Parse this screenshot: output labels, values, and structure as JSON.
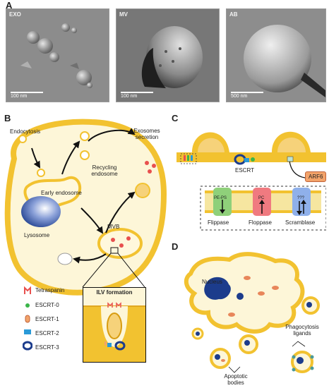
{
  "panel_a": {
    "letter": "A",
    "images": [
      {
        "tag": "EXO",
        "scale": "100 nm"
      },
      {
        "tag": "MV",
        "scale": "100 nm"
      },
      {
        "tag": "AB",
        "scale": "500 nm"
      }
    ]
  },
  "panel_b": {
    "letter": "B",
    "endocytosis": "Endocytosis",
    "recycling_endosome": "Recycling endosome",
    "exosomes_secretion": "Exosomes secretion",
    "early_endosome": "Early endosome",
    "lysosome": "Lysosome",
    "mvb": "MVB",
    "ilv_formation": "ILV formation",
    "legend": [
      {
        "label": "Tetraspanin",
        "icon": "tetraspanin-icon"
      },
      {
        "label": "ESCRT-0",
        "icon": "escrt-0-icon"
      },
      {
        "label": "ESCRT-1",
        "icon": "escrt-1-icon"
      },
      {
        "label": "ESCRT-2",
        "icon": "escrt-2-icon"
      },
      {
        "label": "ESCRT-3",
        "icon": "escrt-3-icon"
      }
    ]
  },
  "panel_c": {
    "letter": "C",
    "escrt": "ESCRT",
    "arf6": "ARF6",
    "flippase_inner": "PE-PS",
    "floppase_inner": "PC",
    "scramblase_inner": "???",
    "flippase": "Flippase",
    "floppase": "Floppase",
    "scramblase": "Scramblase"
  },
  "panel_d": {
    "letter": "D",
    "nucleus": "Nucleus",
    "phagocytosis_ligands": "Phagocytosis ligands",
    "apoptotic_bodies": "Apoptotic bodies"
  },
  "colors": {
    "membrane": "#f2c230",
    "cytoplasm": "#fdf6d8",
    "dark_blue": "#1c3c8c",
    "arf6": "#f2a36a",
    "flippase": "#8fd07a",
    "floppase": "#f07a80",
    "scramblase": "#8fb0ea"
  }
}
